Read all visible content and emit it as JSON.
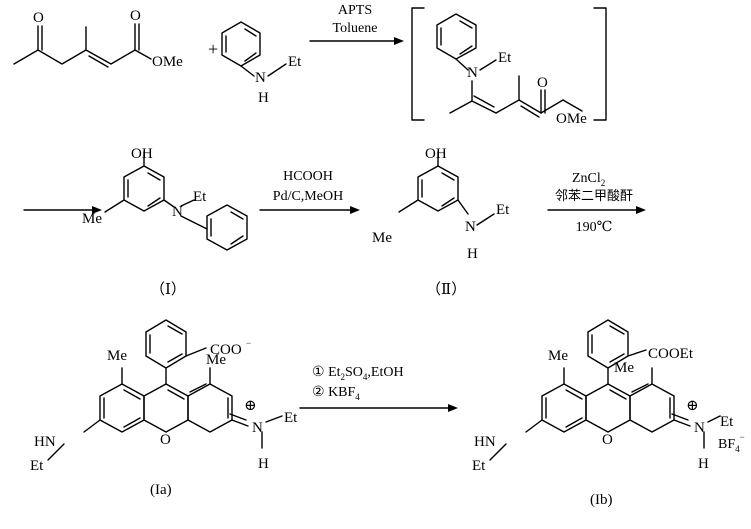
{
  "atoms": {
    "o": "O",
    "ome": "OMe",
    "n": "N",
    "h": "H",
    "et": "Et",
    "me": "Me",
    "oh": "OH",
    "hn": "HN",
    "coo": "COO",
    "cooet": "COOEt",
    "charge_minus": "−",
    "charge_plus": "⊕",
    "bf4": "BF",
    "sub4": "4",
    "sup_minus": "−"
  },
  "plus_sign": "+",
  "step1": {
    "cond_top": "APTS",
    "cond_bottom": "Toluene"
  },
  "step2": {
    "cond_top": "HCOOH",
    "cond_bottom": "Pd/C,MeOH"
  },
  "step3": {
    "cond_top_main": "ZnCl",
    "cond_top_sub": "2",
    "cond_mid": "邻苯二甲酸酐",
    "cond_bottom": "190℃"
  },
  "step4": {
    "cond1_circle": "①",
    "cond1_a": "Et",
    "cond1_sub2": "2",
    "cond1_b": "SO",
    "cond1_sub4": "4",
    "cond1_c": ",EtOH",
    "cond2_circle": "②",
    "cond2_a": "KBF",
    "cond2_sub4": "4"
  },
  "labels": {
    "compound1": "（Ⅰ）",
    "compound2": "（Ⅱ）",
    "compound_1a": "(Ia)",
    "compound_1b": "(Ib)"
  }
}
